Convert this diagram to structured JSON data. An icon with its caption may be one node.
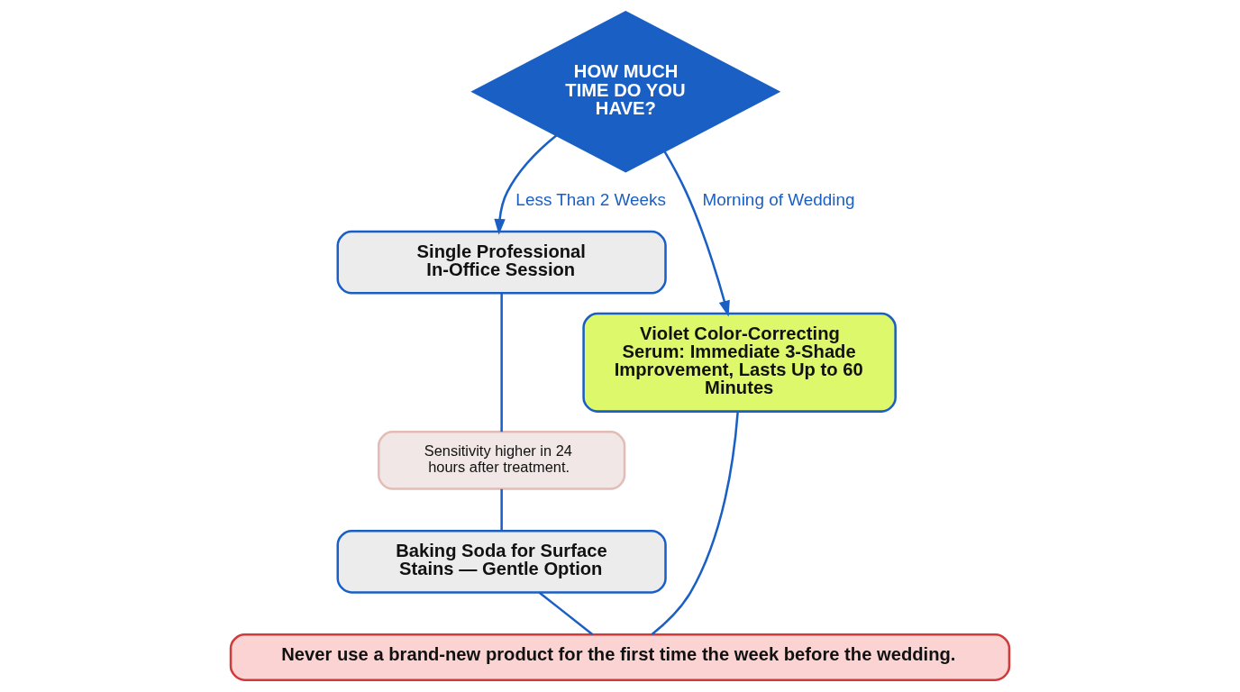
{
  "diagram": {
    "nodes": [
      {
        "text": [
          "HOW MUCH TIME DO YOU HAVE?"
        ]
      },
      {
        "text": [
          "Single Professional In-Office Session"
        ]
      },
      {
        "text": [
          "Sensitivity higher in 24 hours after treatment."
        ]
      },
      {
        "text": [
          "Baking Soda for Surface Stains — Gentle Option"
        ]
      },
      {
        "text": [
          "Violet Color-Correcting Serum: Immediate 3-Shade Improvement, Lasts Up to 60 Minutes"
        ]
      },
      {
        "text": [
          "Never use a brand-new product for the first time the week before the wedding."
        ]
      }
    ],
    "edges": [
      {
        "from": 0,
        "to": 1,
        "arrow": "to",
        "label": "Less Than 2 Weeks"
      },
      {
        "from": 0,
        "to": 4,
        "arrow": "to",
        "label": "Morning of Wedding"
      },
      {
        "from": 1,
        "to": 2,
        "arrow": "none"
      },
      {
        "from": 2,
        "to": 3,
        "arrow": "none"
      },
      {
        "from": 3,
        "to": 5,
        "arrow": "none"
      },
      {
        "from": 4,
        "to": 5,
        "arrow": "none"
      }
    ]
  }
}
